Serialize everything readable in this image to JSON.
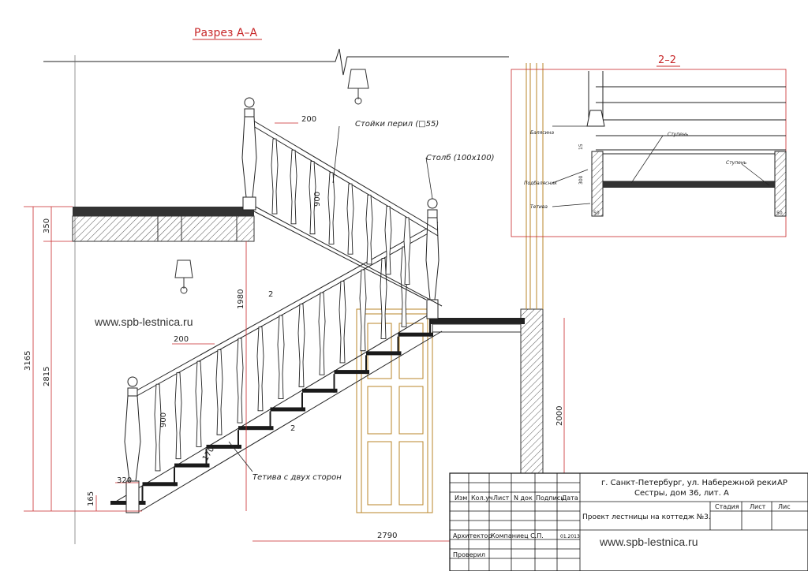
{
  "section_title": "Разрез А–А",
  "detail_title": "2–2",
  "labels": {
    "balusters": "Стойки перил (□55)",
    "post": "Столб (100x100)",
    "stringer": "Тетива с двух сторон"
  },
  "detail_labels": {
    "baluster": "Балясина",
    "handrail_base": "Подбалясник",
    "stringer": "Тетива",
    "tread_a": "Ступень",
    "tread_b": "Ступень",
    "n15": "15",
    "n300": "300",
    "n50a": "50",
    "n50b": "50"
  },
  "dimensions": {
    "d3165": "3165",
    "d2815": "2815",
    "d350": "350",
    "d1980": "1980",
    "d200_top": "200",
    "d200_low": "200",
    "d900_top": "900",
    "d900_low": "900",
    "d2000": "2000",
    "d2790": "2790",
    "d320": "320",
    "d165": "165",
    "d170": "170",
    "arrow_num_a": "2",
    "arrow_num_b": "2"
  },
  "watermarks": {
    "left": "www.spb-lestnica.ru",
    "bottom": "www.spb-lestnica.ru"
  },
  "title_block": {
    "address_line1": "г. Санкт-Петербург, ул. Набережной реки",
    "address_line2": "Сестры, дом 36, лит. А",
    "code": "АР",
    "project": "Проект лестницы на коттедж №3.",
    "col_izm": "Изм",
    "col_kol": "Кол.уч",
    "col_list": "Лист",
    "col_ndok": "N док",
    "col_podp": "Подпись",
    "col_data": "Дата",
    "stage": "Стадия",
    "sheet": "Лист",
    "sheets": "Лис",
    "role_architect": "Архитектор",
    "name_architect": "Компаниец С.П.",
    "date": "01.2013",
    "role_checked": "Проверил"
  }
}
